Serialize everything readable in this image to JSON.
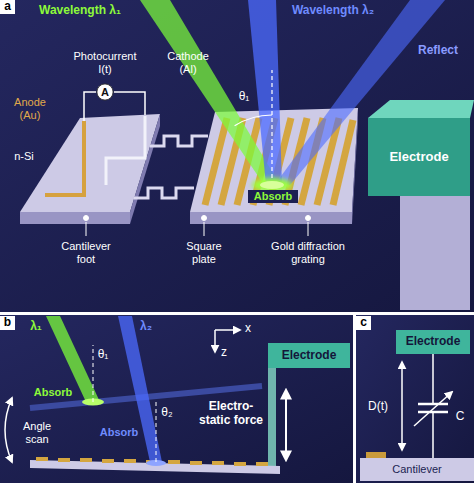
{
  "diagram": {
    "nodes": [
      {
        "text": [
          "A"
        ]
      },
      {
        "text": [
          "Electrode"
        ]
      },
      {
        "text": [
          "Electrode"
        ]
      },
      {
        "text": [
          "Electrode"
        ]
      },
      {
        "text": [
          "Cantilever"
        ]
      }
    ],
    "edges": [
      {
        "from": 3,
        "to": 4,
        "arrow": "none"
      }
    ],
    "labels": [
      "a",
      "Wavelength λ₁",
      "Wavelength λ₂",
      "Reflect",
      "Photocurrent I(t)",
      "Cathode (Al)",
      "Anode (Au)",
      "n-Si",
      "θ₁",
      "Absorb",
      "Cantilever foot",
      "Square plate",
      "Gold diffraction grating",
      "b",
      "λ₁",
      "λ₂",
      "θ₁",
      "θ₂",
      "x",
      "z",
      "Angle scan",
      "Absorb",
      "Absorb",
      "Electro-static force",
      "c",
      "D(t)",
      "C"
    ]
  }
}
